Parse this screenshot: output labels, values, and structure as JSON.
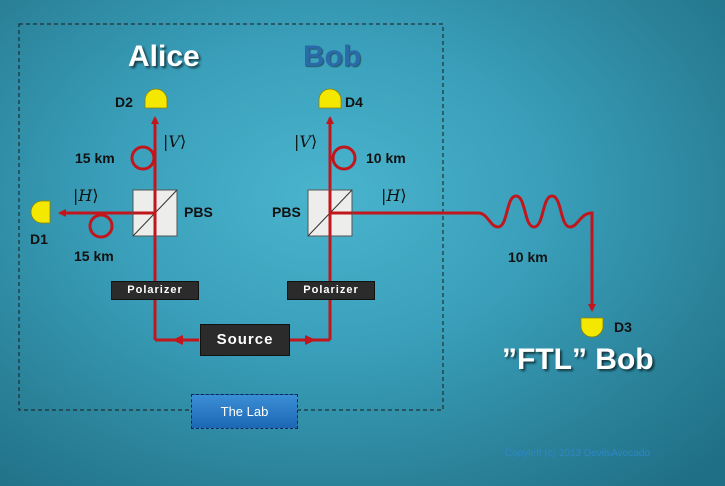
{
  "titles": {
    "alice": "Alice",
    "bob": "Bob",
    "ftl_bob": "”FTL” Bob"
  },
  "detectors": {
    "d1": "D1",
    "d2": "D2",
    "d3": "D3",
    "d4": "D4"
  },
  "fiber_lengths": {
    "alice_vertical": "15 km",
    "alice_horizontal": "15 km",
    "bob_vertical": "10 km",
    "ftl_line": "10 km"
  },
  "beam_splitters": {
    "alice": "PBS",
    "bob": "PBS"
  },
  "polarization_states": {
    "alice_v": {
      "open": "|",
      "symbol": "V",
      "close": "⟩"
    },
    "alice_h": {
      "open": "|",
      "symbol": "H",
      "close": "⟩"
    },
    "bob_v": {
      "open": "|",
      "symbol": "V",
      "close": "⟩"
    },
    "bob_h": {
      "open": "|",
      "symbol": "H",
      "close": "⟩"
    }
  },
  "components": {
    "polarizer_left": "Polarizer",
    "polarizer_right": "Polarizer",
    "source": "Source",
    "lab": "The Lab"
  },
  "copyright": "Copyleft (c) 2013 DevilsAvocado",
  "colors": {
    "beam": "#c0161c",
    "detector": "#f5e800",
    "lab_border": "#1a1a1a",
    "background": "#3a9fba"
  }
}
